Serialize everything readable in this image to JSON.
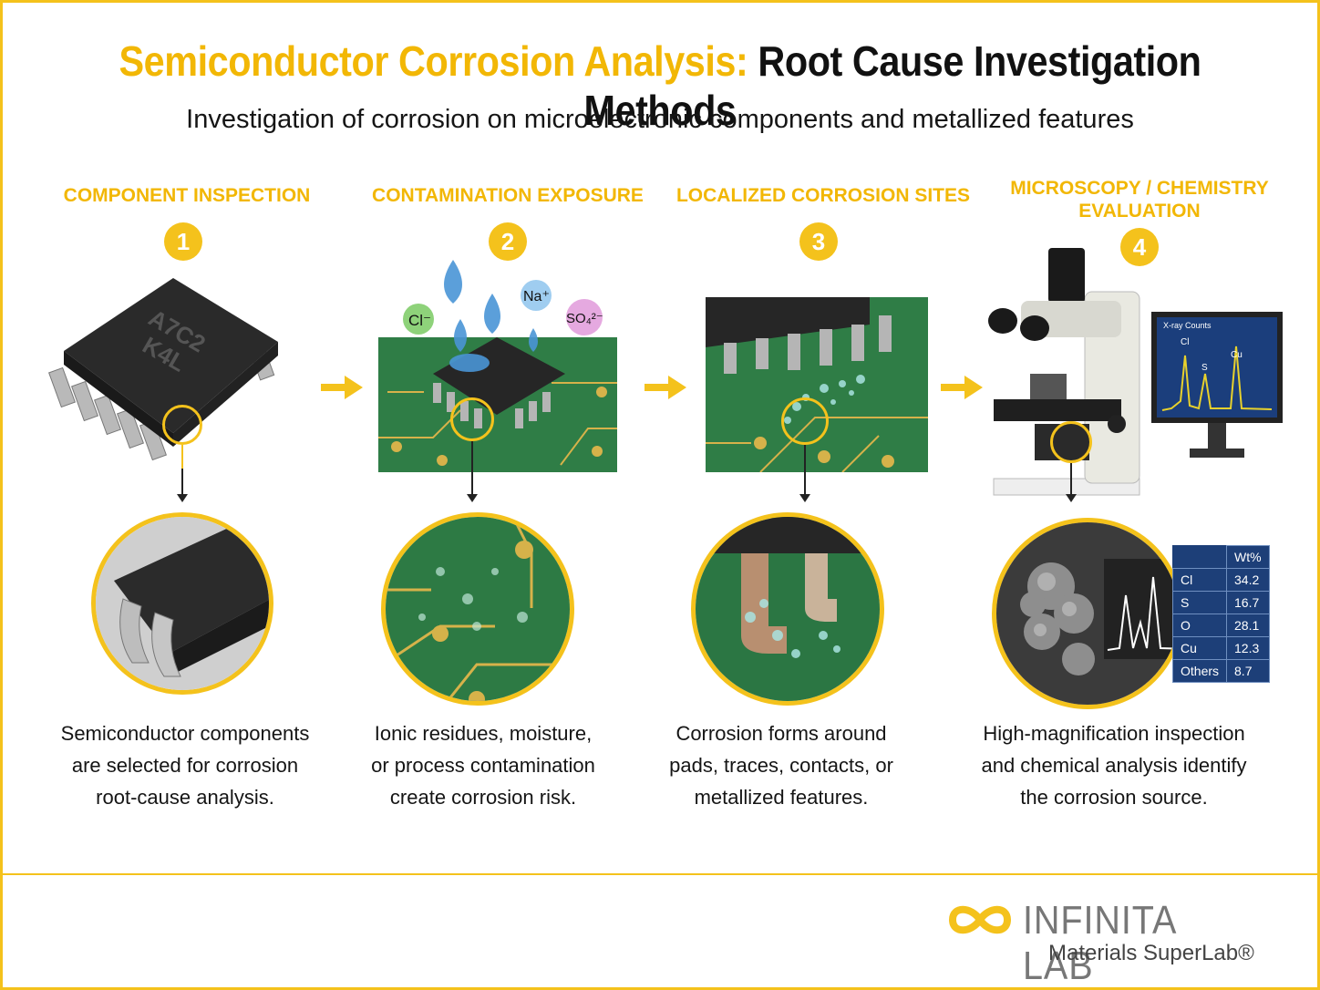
{
  "title_part1": "Semiconductor Corrosion Analysis:",
  "title_part2": "Root Cause Investigation Methods",
  "subtitle": "Investigation of corrosion on microelectronic components and metallized features",
  "steps": [
    {
      "number": "1",
      "title": "COMPONENT INSPECTION",
      "desc": [
        "Semiconductor components",
        "are selected for corrosion",
        "root-cause analysis."
      ],
      "chip_marking": [
        "A7C2",
        "K4L"
      ]
    },
    {
      "number": "2",
      "title": "CONTAMINATION EXPOSURE",
      "desc": [
        "Ionic residues, moisture,",
        "or process contamination",
        "create corrosion risk."
      ],
      "ions": [
        "Cl⁻",
        "Na⁺",
        "SO₄²⁻"
      ]
    },
    {
      "number": "3",
      "title": "LOCALIZED CORROSION SITES",
      "desc": [
        "Corrosion forms around",
        "pads, traces, contacts, or",
        "metallized features."
      ]
    },
    {
      "number": "4",
      "title": "MICROSCOPY / CHEMISTRY EVALUATION",
      "desc": [
        "High-magnification inspection",
        "and chemical analysis identify",
        "the corrosion source."
      ]
    }
  ],
  "spectrum": {
    "ylabel": "X-ray Counts",
    "peaks": [
      "Cl",
      "S",
      "Cu"
    ]
  },
  "composition_table": {
    "header": "Wt%",
    "rows": [
      {
        "element": "Cl",
        "value": "34.2"
      },
      {
        "element": "S",
        "value": "16.7"
      },
      {
        "element": "O",
        "value": "28.1"
      },
      {
        "element": "Cu",
        "value": "12.3"
      },
      {
        "element": "Others",
        "value": "8.7"
      }
    ]
  },
  "logo": {
    "name": "INFINITA LAB",
    "tagline": "Materials SuperLab®"
  },
  "colors": {
    "accent": "#f4c21c",
    "pcb": "#2f7d46",
    "table": "#1d3f78"
  }
}
